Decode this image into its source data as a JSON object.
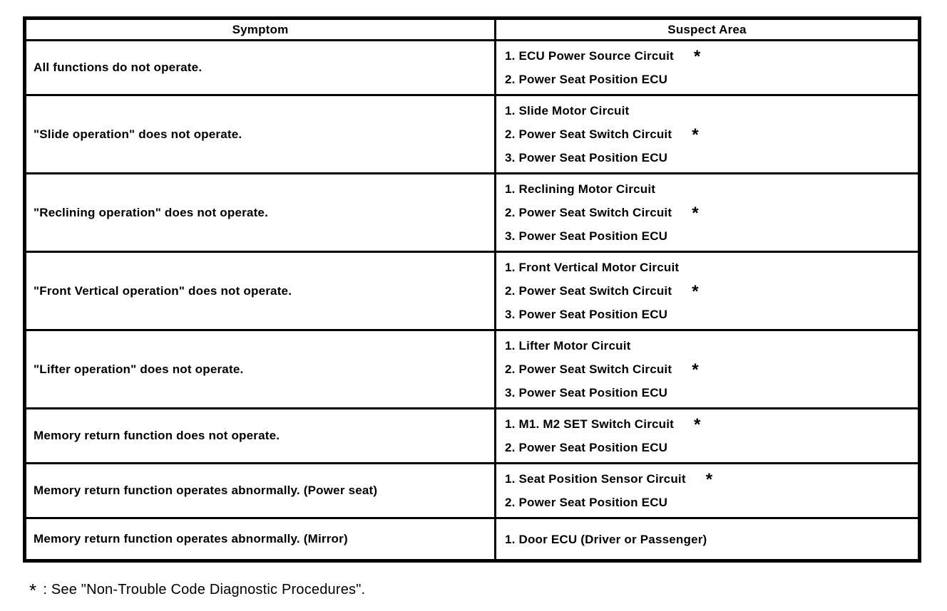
{
  "document": {
    "background_color": "#ffffff",
    "text_color": "#000000"
  },
  "table": {
    "headers": [
      "Symptom",
      "Suspect Area"
    ],
    "star_symbol": "*",
    "rows": [
      {
        "symptom": "All functions do not operate.",
        "suspects": [
          {
            "text": "1. ECU Power Source Circuit",
            "star": true
          },
          {
            "text": "2. Power Seat Position ECU",
            "star": false
          }
        ]
      },
      {
        "symptom": "\"Slide operation\" does not operate.",
        "suspects": [
          {
            "text": "1. Slide Motor Circuit",
            "star": false
          },
          {
            "text": "2. Power Seat Switch Circuit",
            "star": true
          },
          {
            "text": "3. Power Seat Position ECU",
            "star": false
          }
        ]
      },
      {
        "symptom": "\"Reclining operation\" does not operate.",
        "suspects": [
          {
            "text": "1. Reclining Motor Circuit",
            "star": false
          },
          {
            "text": "2. Power Seat Switch Circuit",
            "star": true
          },
          {
            "text": "3. Power Seat Position ECU",
            "star": false
          }
        ]
      },
      {
        "symptom": "\"Front Vertical operation\" does not operate.",
        "suspects": [
          {
            "text": "1. Front Vertical Motor Circuit",
            "star": false
          },
          {
            "text": "2. Power Seat Switch Circuit",
            "star": true
          },
          {
            "text": "3. Power Seat Position ECU",
            "star": false
          }
        ]
      },
      {
        "symptom": "\"Lifter operation\" does not operate.",
        "suspects": [
          {
            "text": "1. Lifter Motor Circuit",
            "star": false
          },
          {
            "text": "2. Power Seat Switch Circuit",
            "star": true
          },
          {
            "text": "3. Power Seat Position ECU",
            "star": false
          }
        ]
      },
      {
        "symptom": "Memory return function does not operate.",
        "suspects": [
          {
            "text": "1. M1. M2 SET Switch Circuit",
            "star": true
          },
          {
            "text": "2. Power Seat Position ECU",
            "star": false
          }
        ]
      },
      {
        "symptom": "Memory return function operates abnormally. (Power seat)",
        "suspects": [
          {
            "text": "1. Seat Position Sensor Circuit",
            "star": true
          },
          {
            "text": "2. Power Seat Position ECU",
            "star": false
          }
        ]
      },
      {
        "symptom": "Memory return function operates abnormally. (Mirror)",
        "suspects": [
          {
            "text": "1. Door ECU (Driver or Passenger)",
            "star": false
          }
        ]
      }
    ]
  },
  "footnote": {
    "star": "*",
    "text": ": See \"Non-Trouble Code Diagnostic Procedures\"."
  }
}
